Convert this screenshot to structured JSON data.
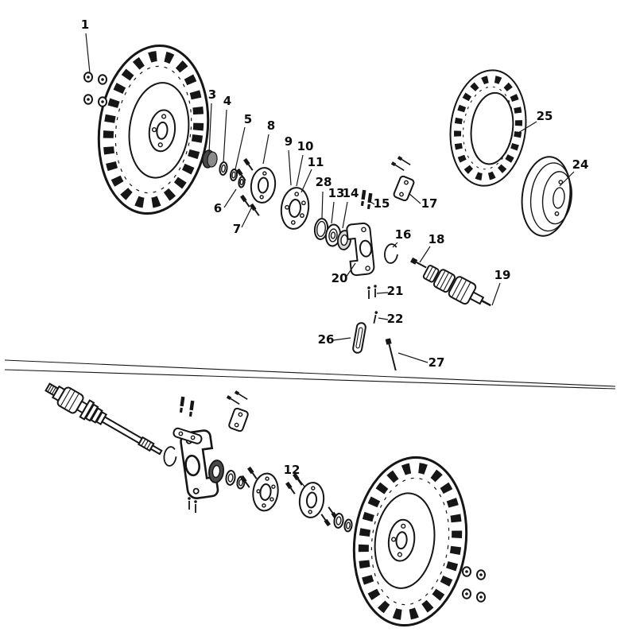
{
  "diagram": {
    "type": "exploded-parts-diagram",
    "subject": "atv-wheel-hub-knuckle-axle-assembly",
    "background_color": "#ffffff",
    "line_color": "#161616"
  },
  "callouts": {
    "c1": "1",
    "c3": "3",
    "c4": "4",
    "c5": "5",
    "c6": "6",
    "c7": "7",
    "c8": "8",
    "c9": "9",
    "c10": "10",
    "c11": "11",
    "c12": "12",
    "c13": "13",
    "c14": "14",
    "c15": "15",
    "c16": "16",
    "c17": "17",
    "c18": "18",
    "c19": "19",
    "c20": "20",
    "c21": "21",
    "c22": "22",
    "c24": "24",
    "c25": "25",
    "c26": "26",
    "c27": "27",
    "c28": "28"
  },
  "components": [
    "knobby-tire-front",
    "knobby-tire-rear",
    "spare-tire",
    "wheel-rim",
    "cv-axle-shaft-upper",
    "cv-axle-shaft-lower",
    "steering-knuckle-upper",
    "steering-knuckle-lower",
    "wheel-hub-upper",
    "wheel-hub-lower",
    "brake-disc-flange-upper",
    "brake-disc-flange-lower",
    "fastener-set-upper-left",
    "fastener-set-lower-right"
  ]
}
